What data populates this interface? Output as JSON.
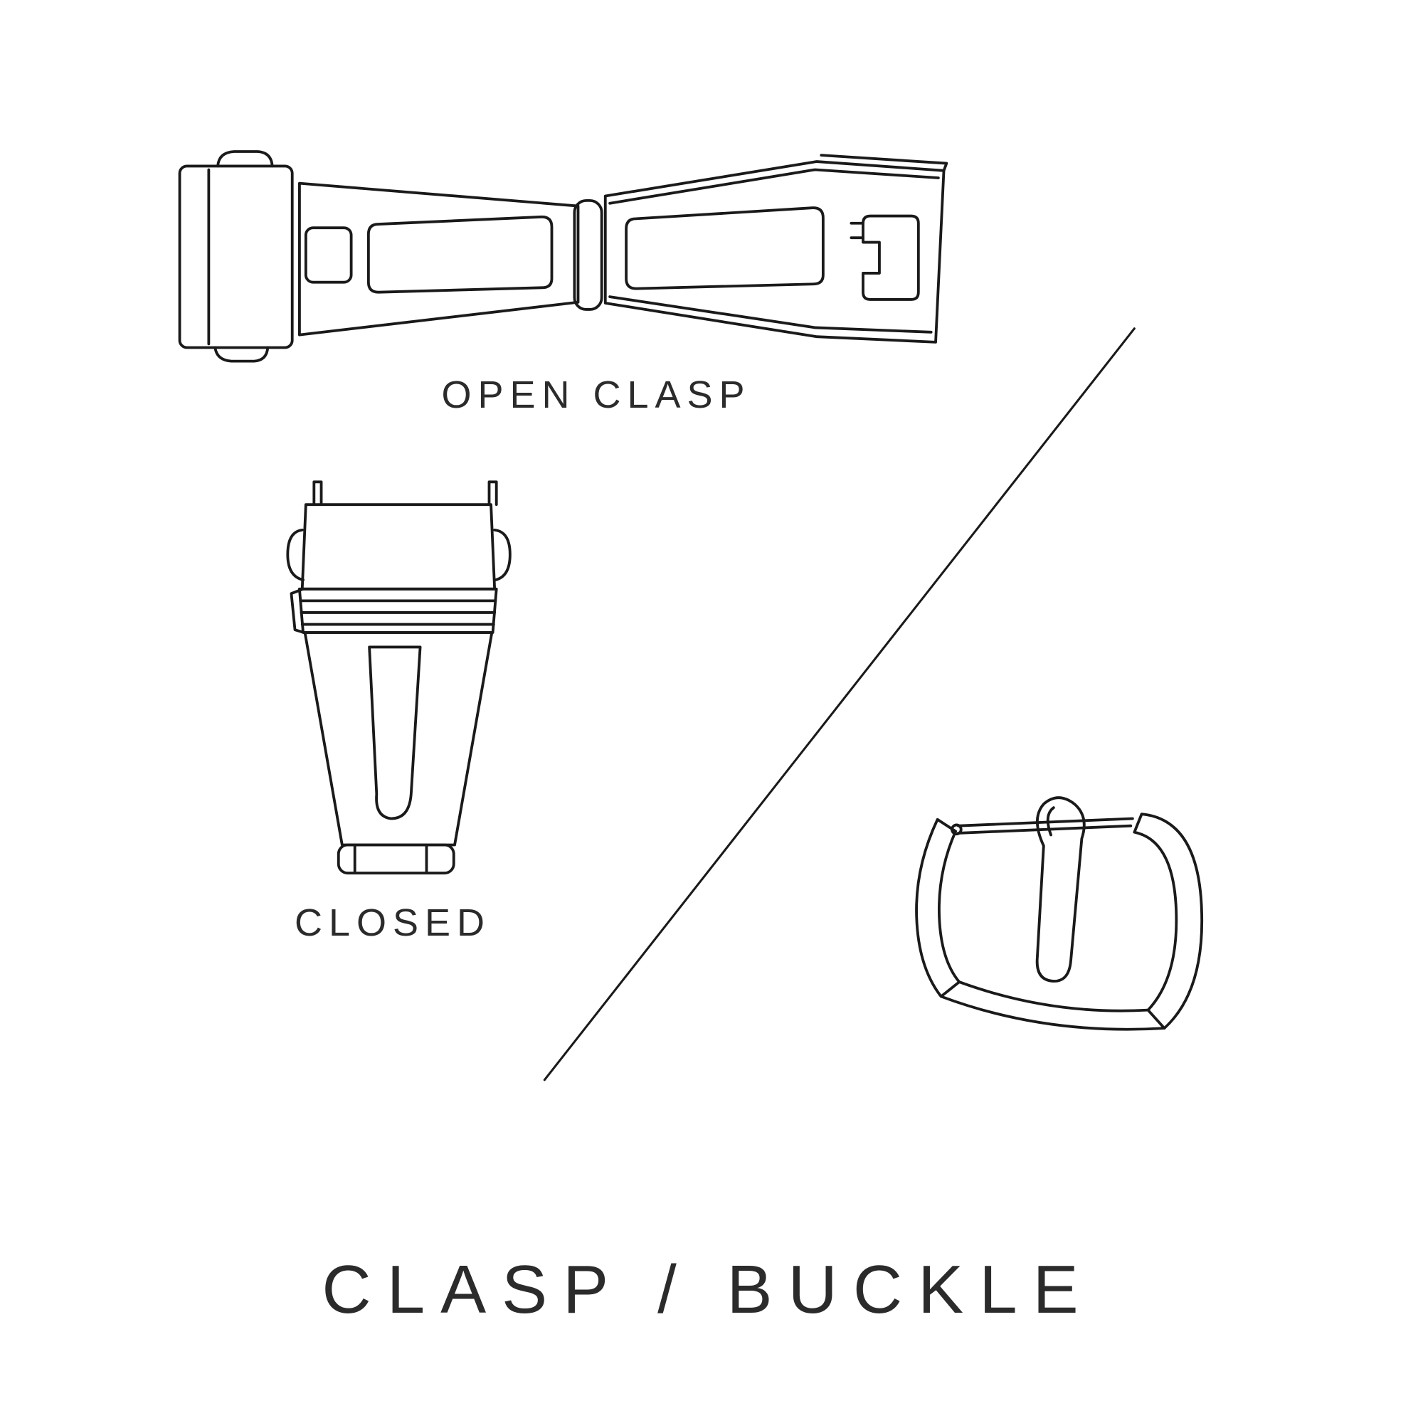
{
  "labels": {
    "open_clasp": "OPEN CLASP",
    "closed": "CLOSED",
    "title": "CLASP / BUCKLE"
  },
  "colors": {
    "line_color": "#1a1a1a",
    "text_color": "#2b2b2b"
  }
}
